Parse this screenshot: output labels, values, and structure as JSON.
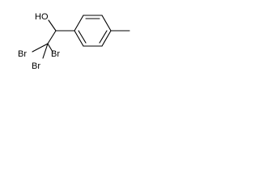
{
  "molecule": {
    "atoms": {
      "hydroxyl": "HO",
      "bromine_1": "Br",
      "bromine_2": "Br",
      "bromine_3": "Br"
    }
  }
}
